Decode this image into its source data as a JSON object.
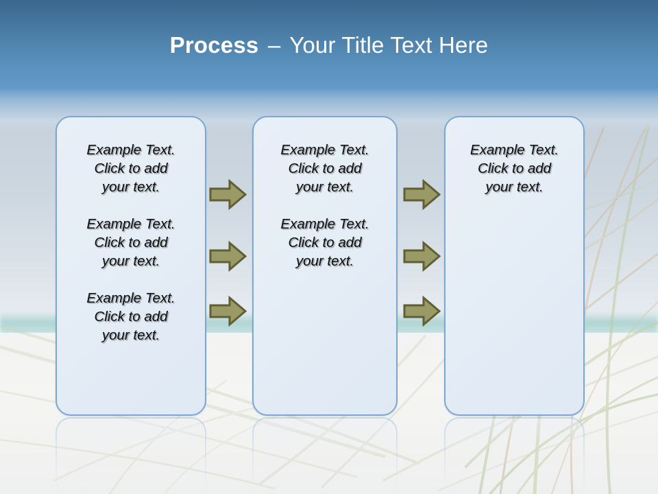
{
  "slide": {
    "title": {
      "strong": "Process",
      "dash": "–",
      "rest": "Your Title Text Here"
    },
    "colors": {
      "header_top": "#3a678e",
      "header_bottom": "#6399c6",
      "box_border": "#7ba7d0",
      "box_fill": "#e5edf6",
      "arrow_fill": "#9a9a66",
      "arrow_stroke": "#5f5f33",
      "title_text": "#ffffff",
      "body_text": "#0d0d0d"
    },
    "boxes": [
      {
        "name": "process-box-1",
        "texts": [
          "Example Text.\nClick  to add\nyour text.",
          "Example Text.\nClick  to add\nyour text.",
          "Example Text.\nClick  to add\nyour text."
        ]
      },
      {
        "name": "process-box-2",
        "texts": [
          "Example Text.\nClick  to add\nyour text.",
          "Example Text.\nClick  to add\nyour text."
        ]
      },
      {
        "name": "process-box-3",
        "texts": [
          "Example Text.\nClick  to add\nyour text."
        ]
      }
    ],
    "arrow_groups": [
      {
        "name": "arrow-group-1-to-2",
        "count": 3
      },
      {
        "name": "arrow-group-2-to-3",
        "count": 3
      }
    ]
  }
}
